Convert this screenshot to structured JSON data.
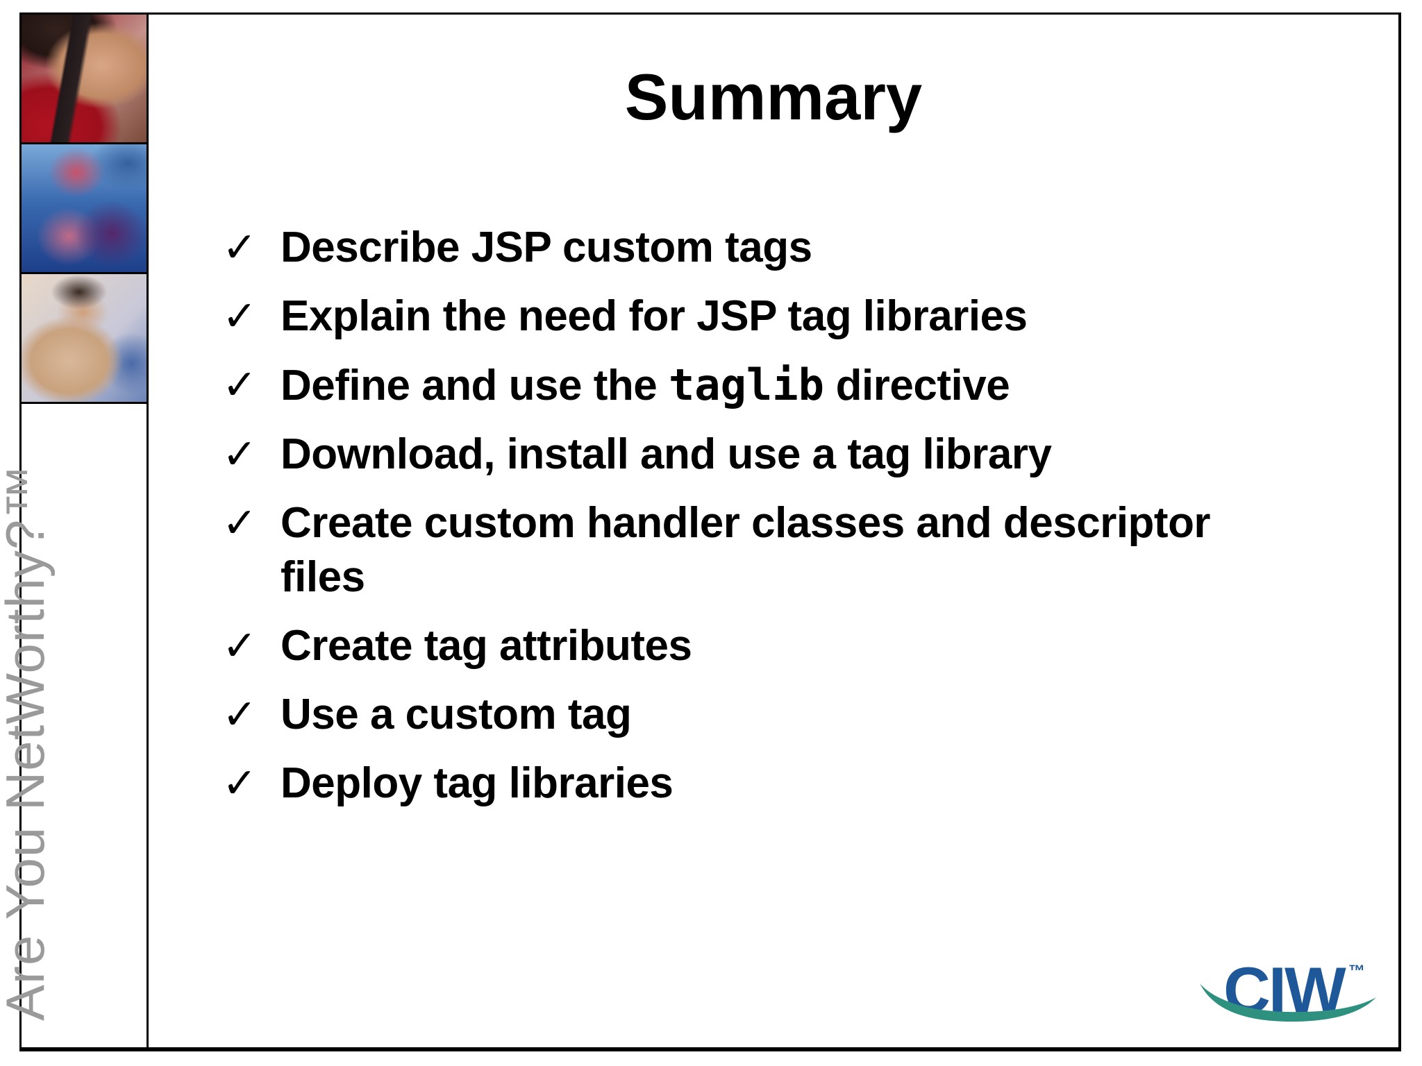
{
  "slide": {
    "title": "Summary",
    "bullet_marker": "✓",
    "bullets": [
      {
        "segments": [
          {
            "text": "Describe JSP custom tags",
            "code": false
          }
        ]
      },
      {
        "segments": [
          {
            "text": "Explain the need for JSP tag libraries",
            "code": false
          }
        ]
      },
      {
        "segments": [
          {
            "text": "Define and use the ",
            "code": false
          },
          {
            "text": "taglib",
            "code": true
          },
          {
            "text": " directive",
            "code": false
          }
        ]
      },
      {
        "segments": [
          {
            "text": "Download, install and use a tag library",
            "code": false
          }
        ]
      },
      {
        "segments": [
          {
            "text": "Create custom handler classes and descriptor\nfiles",
            "code": false
          }
        ]
      },
      {
        "segments": [
          {
            "text": "Create tag attributes",
            "code": false
          }
        ]
      },
      {
        "segments": [
          {
            "text": "Use a custom tag",
            "code": false
          }
        ]
      },
      {
        "segments": [
          {
            "text": "Deploy tag libraries",
            "code": false
          }
        ]
      }
    ]
  },
  "sidebar": {
    "tagline": "Are You NetWorthy?™",
    "photos": [
      "man-with-glasses-red-shirt",
      "students-working-classroom",
      "woman-pointing-classroom"
    ]
  },
  "logo": {
    "text": "CIW",
    "trademark": "™"
  },
  "colors": {
    "logo_blue": "#1f5899",
    "logo_teal": "#2e9180",
    "tagline_gray": "#9a9a9a",
    "text_black": "#000000"
  }
}
